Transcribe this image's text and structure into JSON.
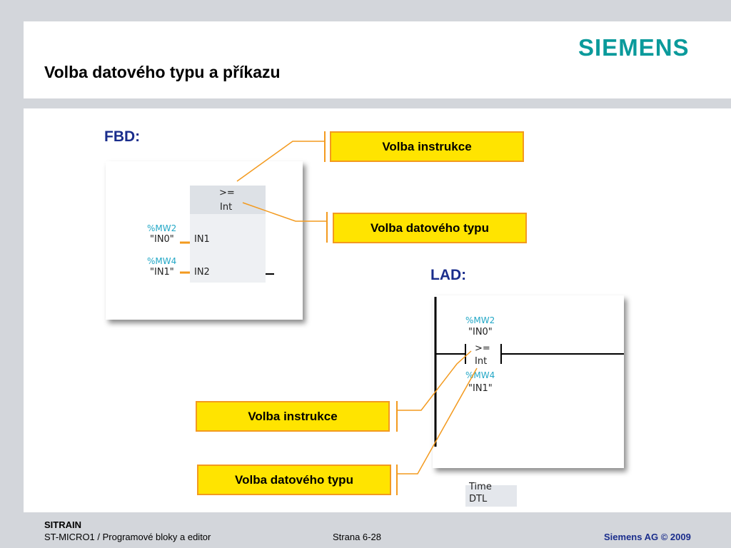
{
  "header": {
    "title": "Volba datového typu a příkazu",
    "logo": "SIEMENS"
  },
  "fbd": {
    "label": "FBD:",
    "block": {
      "op": ">=",
      "type": "Int",
      "in1": "IN1",
      "in2": "IN2"
    },
    "input1": {
      "address": "%MW2",
      "symbol": "\"IN0\""
    },
    "input2": {
      "address": "%MW4",
      "symbol": "\"IN1\""
    },
    "callout_instruction": "Volba instrukce",
    "callout_datatype": "Volba datového typu"
  },
  "lad": {
    "label": "LAD:",
    "top": {
      "address": "%MW2",
      "symbol": "\"IN0\""
    },
    "contact": {
      "op": ">=",
      "type": "Int"
    },
    "bottom": {
      "address": "%MW4",
      "symbol": "\"IN1\""
    },
    "dropdown_items": [
      "Time",
      "DTL"
    ],
    "callout_instruction": "Volba instrukce",
    "callout_datatype": "Volba datového typu"
  },
  "footer": {
    "brand": "SITRAIN",
    "course": "ST-MICRO1 / Programové bloky a editor",
    "page": "Strana 6-28",
    "copyright": "Siemens AG © 2009"
  },
  "colors": {
    "callout_fill": "#ffe400",
    "callout_border": "#f39a1f",
    "logo": "#0a9a9b",
    "heading_blue": "#1a2d8c",
    "address_cyan": "#22a7c6"
  }
}
